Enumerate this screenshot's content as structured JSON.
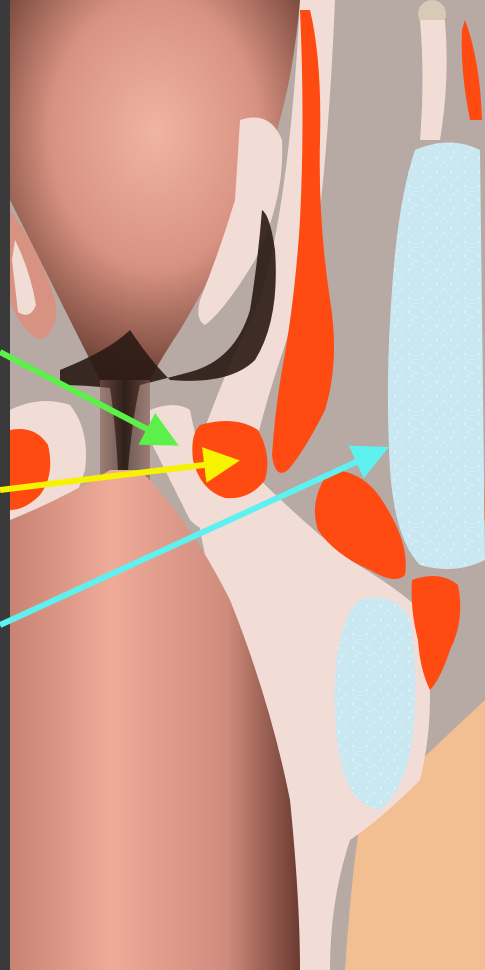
{
  "diagram": {
    "type": "anatomical cross-section illustration",
    "text_labels": [],
    "pointer_arrows": [
      {
        "id": "green",
        "color": "#5cf04a"
      },
      {
        "id": "yellow",
        "color": "#f7f200"
      },
      {
        "id": "cyan",
        "color": "#5ff0f0"
      }
    ],
    "tissue_colors": {
      "mucosa": "#e0a08e",
      "lumen": "#2a1a14",
      "muscle": "#ff4a12",
      "connective": "#b7a9a3",
      "membrane": "#f2dcd6",
      "fat_lobule": "#c9e8f2",
      "skin": "#f1bf92",
      "background": "#3a3a3a"
    }
  }
}
